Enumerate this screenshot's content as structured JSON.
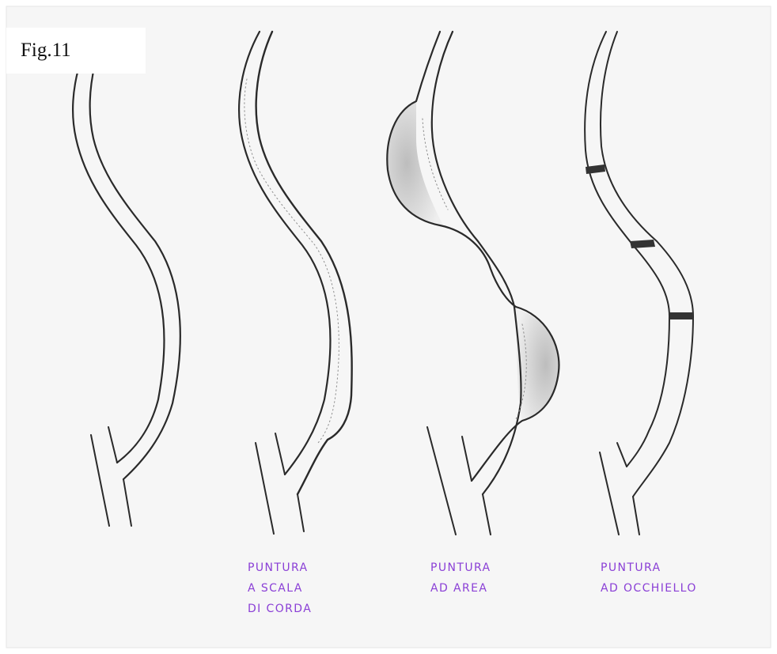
{
  "figure": {
    "label": "Fig.11"
  },
  "vessels": [
    {
      "name": "normal-vessel",
      "caption_lines": []
    },
    {
      "name": "rope-ladder-puncture",
      "caption_lines": [
        "Puntura",
        "a scala",
        "di corda"
      ]
    },
    {
      "name": "area-puncture",
      "caption_lines": [
        "Puntura",
        "ad area"
      ]
    },
    {
      "name": "buttonhole-puncture",
      "caption_lines": [
        "Puntura",
        "ad occhiello"
      ]
    }
  ],
  "colors": {
    "caption": "#8a3fd6",
    "pencil": "#2a2a2a",
    "paper": "#f6f6f6",
    "shading": "#9a9a9a",
    "band": "#333333"
  }
}
